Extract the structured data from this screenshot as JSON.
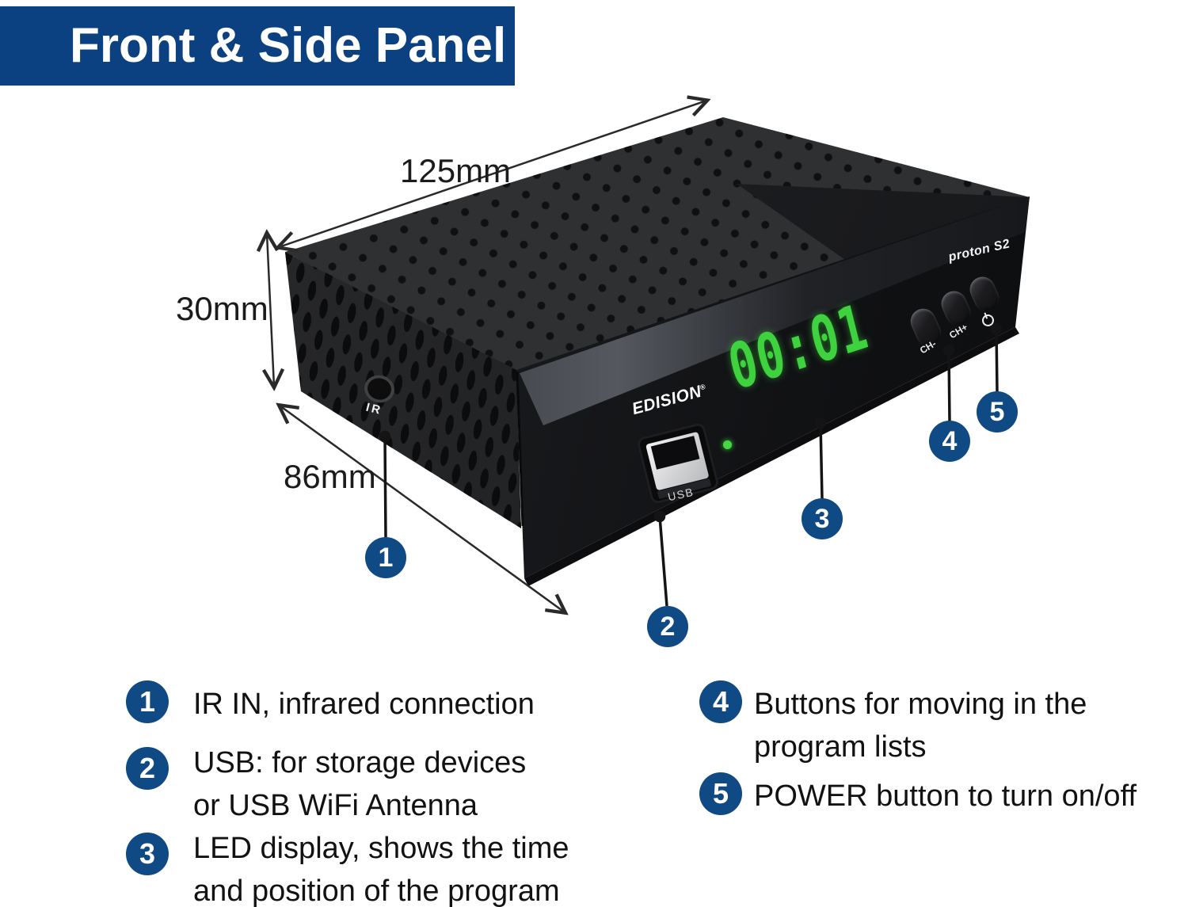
{
  "title": "Front & Side Panel",
  "device": {
    "brand": "EDISION",
    "brand_reg": "®",
    "model": "proton S2",
    "display": "00:01",
    "ir_label": "IR",
    "usb_label": "USB",
    "btn_ch_minus": "CH-",
    "btn_ch_plus": "CH+"
  },
  "dimensions": {
    "width": "125mm",
    "height": "30mm",
    "depth": "86mm"
  },
  "callouts": [
    {
      "num": "1"
    },
    {
      "num": "2"
    },
    {
      "num": "3"
    },
    {
      "num": "4"
    },
    {
      "num": "5"
    }
  ],
  "legend_left": [
    {
      "num": "1",
      "lines": [
        "IR IN, infrared connection"
      ]
    },
    {
      "num": "2",
      "lines": [
        "USB: for storage devices",
        "or USB WiFi Antenna"
      ]
    },
    {
      "num": "3",
      "lines": [
        "LED display, shows the time",
        "and position of the program"
      ]
    }
  ],
  "legend_right": [
    {
      "num": "4",
      "lines": [
        "Buttons for moving in the",
        "program lists"
      ]
    },
    {
      "num": "5",
      "lines": [
        "POWER button to turn on/off"
      ]
    }
  ],
  "colors": {
    "banner_blue": "#0b4180",
    "callout_blue": "#104a84",
    "led_green": "#3fd23f",
    "annotation_line": "#1a1a1a"
  }
}
